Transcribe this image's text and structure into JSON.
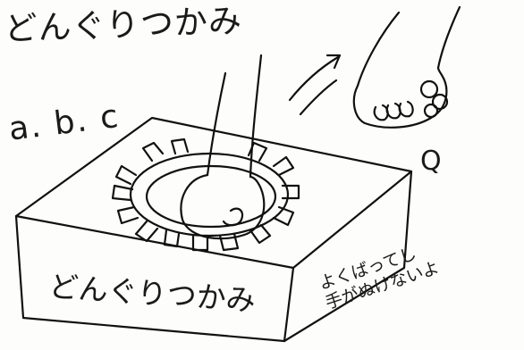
{
  "title": "どんぐりつかみ",
  "options_label": "a. b. c",
  "box_label": "どんぐりつかみ",
  "note_lines": [
    "よくばってし",
    "手がぬけないよ"
  ],
  "marker": "Q",
  "ink_color": "#111111",
  "paper_color": "#fdfdfb"
}
